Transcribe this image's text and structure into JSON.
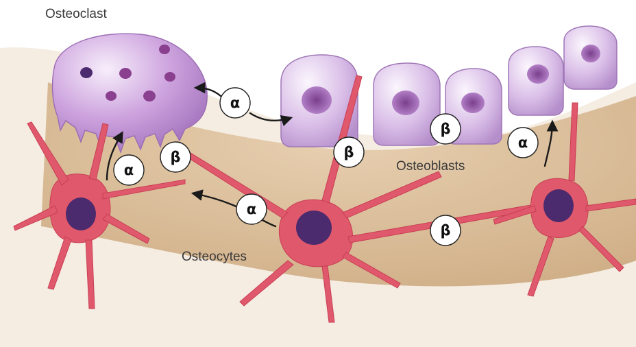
{
  "labels": {
    "osteoclast": "Osteoclast",
    "osteoblasts": "Osteoblasts",
    "osteocytes": "Osteocytes"
  },
  "badges": [
    {
      "symbol": "α"
    },
    {
      "symbol": "α"
    },
    {
      "symbol": "β"
    },
    {
      "symbol": "β"
    },
    {
      "symbol": "β"
    },
    {
      "symbol": "α"
    },
    {
      "symbol": "α"
    },
    {
      "symbol": "β"
    }
  ],
  "colors": {
    "bone_matrix": "#dcc09d",
    "osteocyte": "#e0586b",
    "osteoblast": "#cfaee0",
    "osteoclast": "#c79ad9",
    "nucleus": "#4b2a6e"
  }
}
